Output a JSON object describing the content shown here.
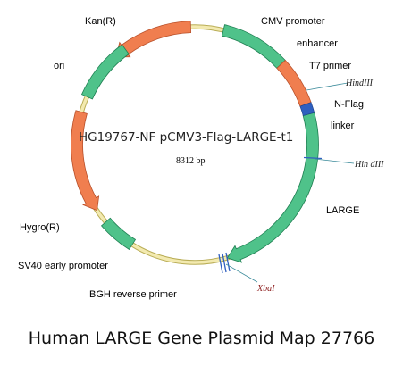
{
  "plasmid": {
    "name": "HG19767-NF pCMV3-Flag-LARGE-t1",
    "size": "8312 bp",
    "colors": {
      "backbone": "#f3eab0",
      "backbone_edge": "#b9ad55",
      "green": "#4fc28a",
      "green_edge": "#1f7f52",
      "orange": "#f07e4f",
      "orange_edge": "#b8502a",
      "blue": "#2f5fbf"
    }
  },
  "features": {
    "kan": "Kan(R)",
    "cmv": "CMV promoter",
    "enhancer": "enhancer",
    "ori": "ori",
    "t7": "T7 primer",
    "nflag": "N-Flag",
    "linker": "linker",
    "large": "LARGE",
    "hygro": "Hygro(R)",
    "sv40": "SV40 early promoter",
    "bgh": "BGH reverse primer"
  },
  "sites": {
    "hind1": "HindIII",
    "hind2": "Hin dIII",
    "xba": "XbaI"
  },
  "caption": "Human LARGE Gene Plasmid Map 27766"
}
